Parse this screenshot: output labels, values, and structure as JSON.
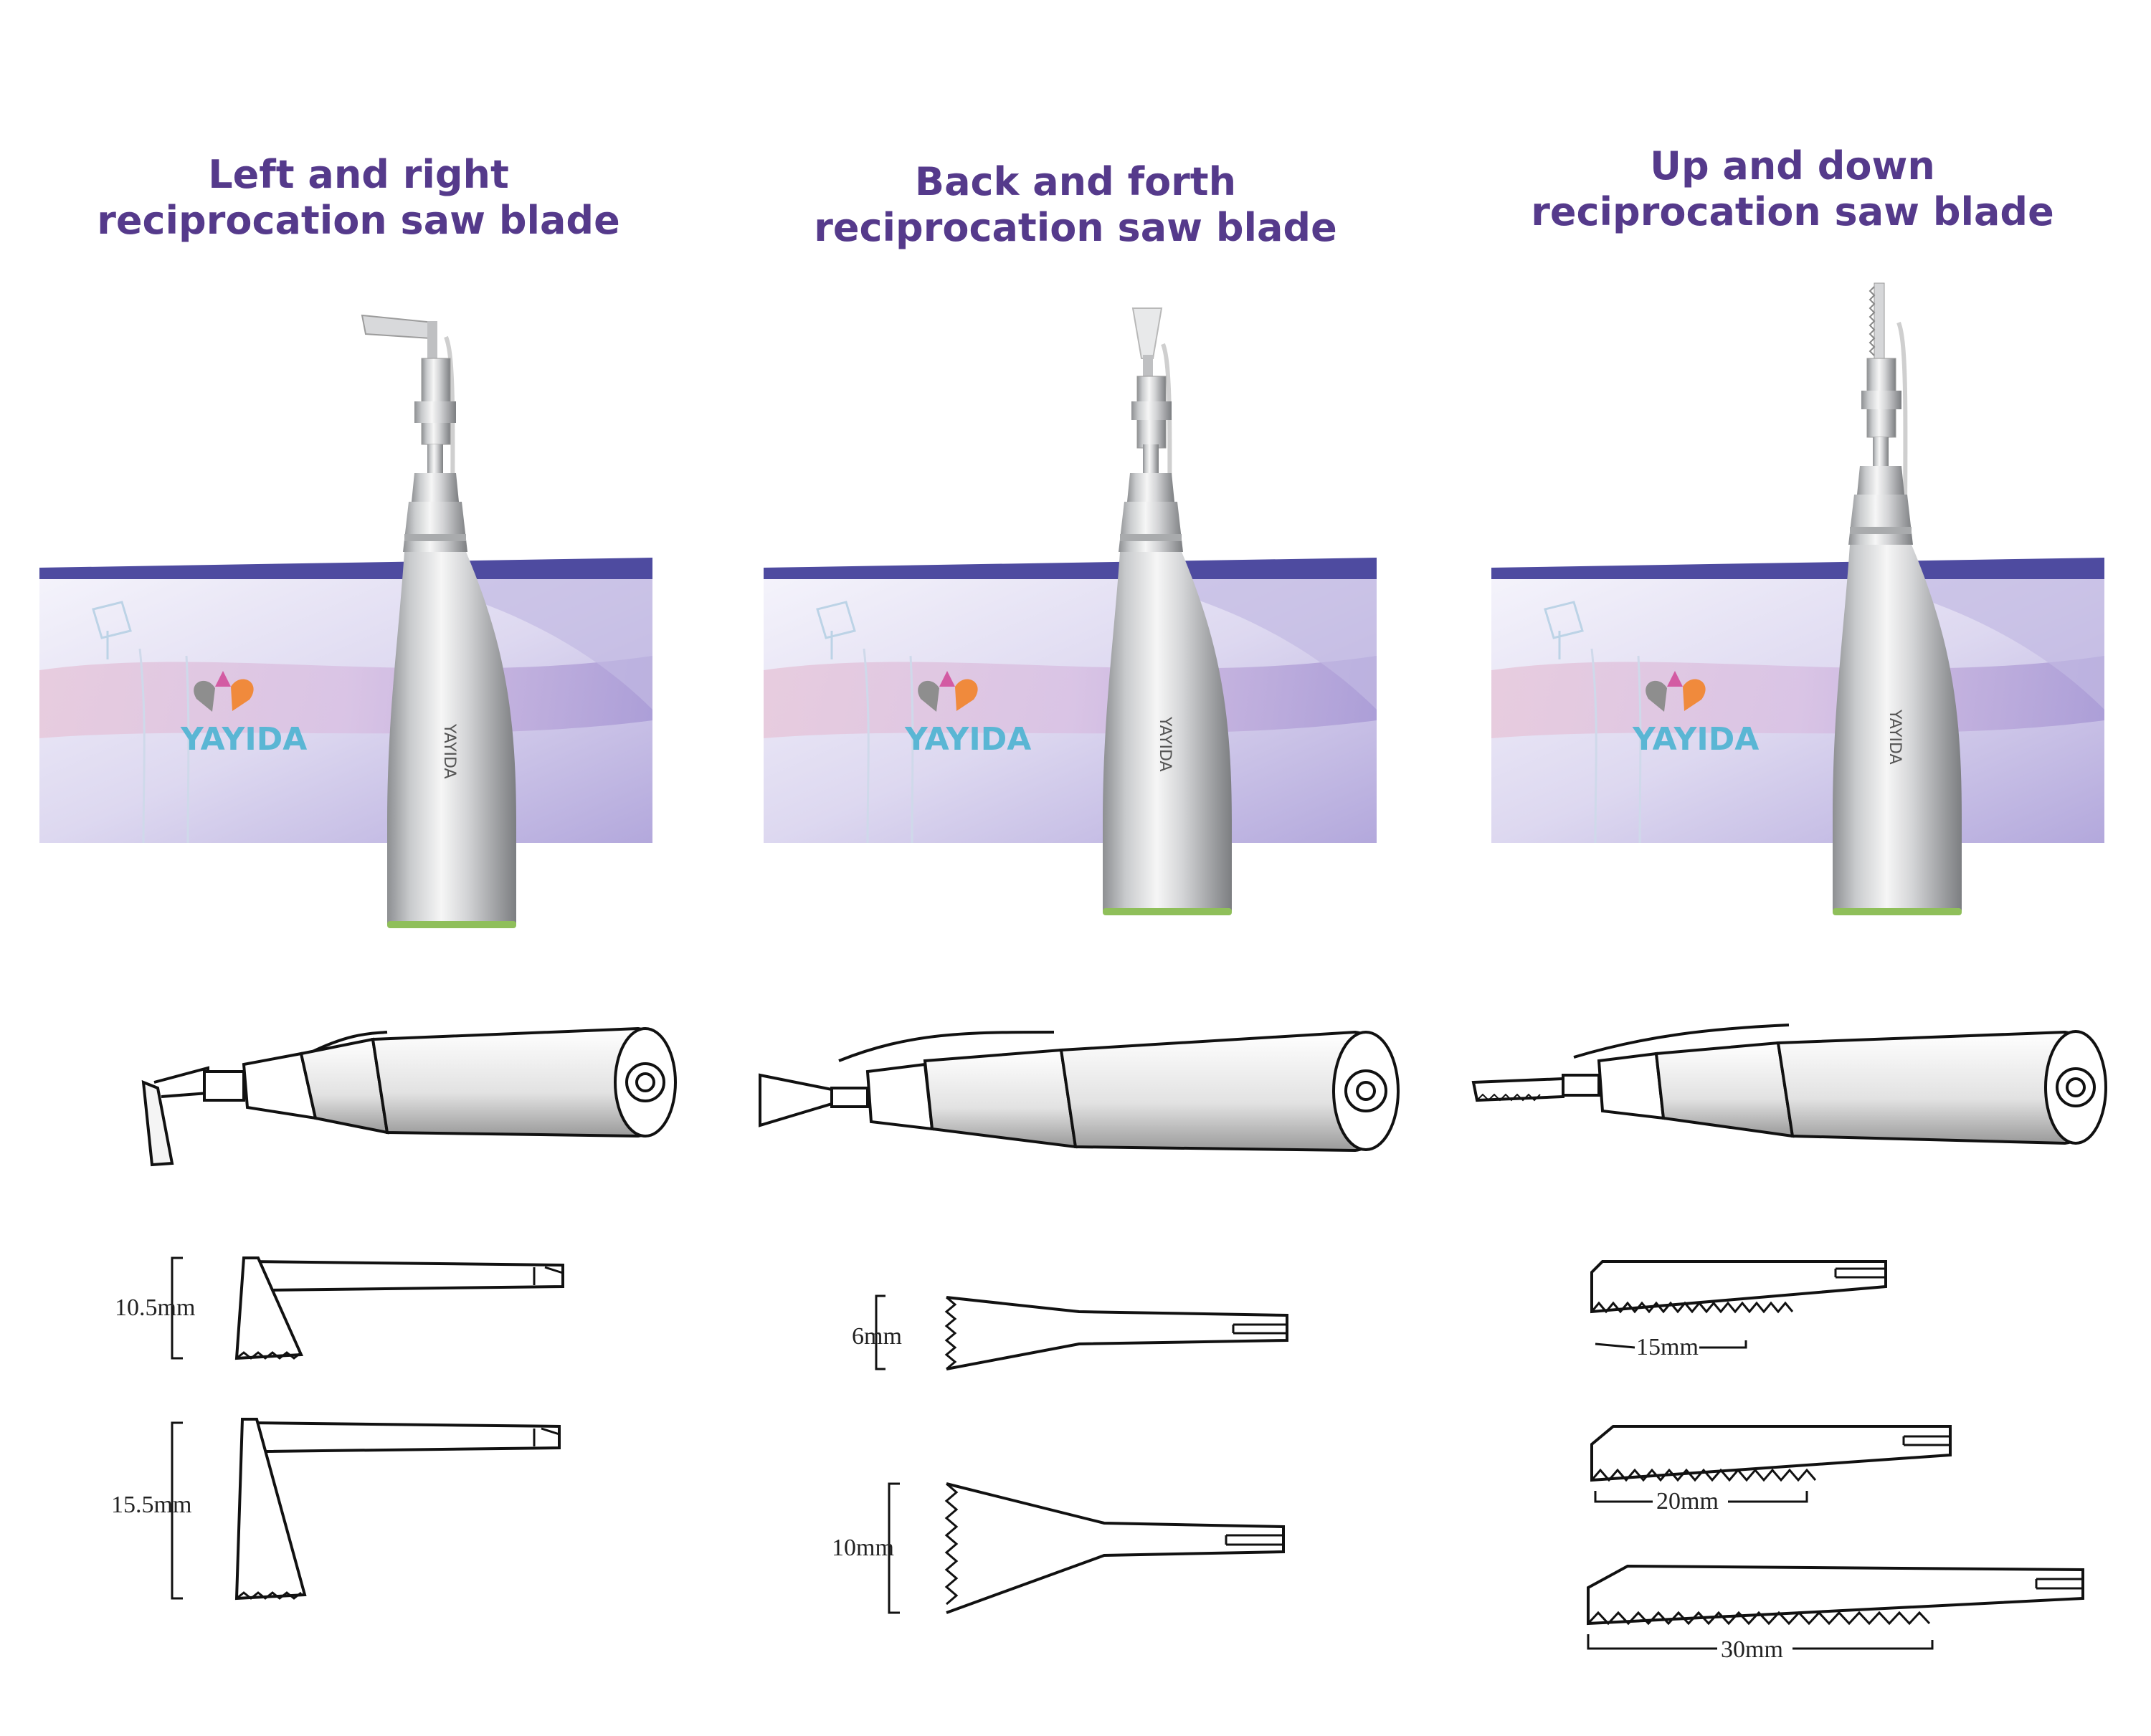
{
  "columns": [
    {
      "title_line1": "Left and right",
      "title_line2": "reciprocation saw blade",
      "box_logo": "YAYIDA",
      "handpiece_brand": "YAYIDA",
      "dims": [
        "10.5mm",
        "15.5mm"
      ]
    },
    {
      "title_line1": "Back and forth",
      "title_line2": "reciprocation saw blade",
      "box_logo": "YAYIDA",
      "handpiece_brand": "YAYIDA",
      "dims": [
        "6mm",
        "10mm"
      ]
    },
    {
      "title_line1": "Up and down",
      "title_line2": "reciprocation saw blade",
      "box_logo": "YAYIDA",
      "handpiece_brand": "YAYIDA",
      "dims": [
        "15mm",
        "20mm",
        "30mm"
      ]
    }
  ],
  "colors": {
    "title": "#553a8b",
    "box_top": "#4e4ba0",
    "box_face": "#e9e7f6",
    "logo_text": "#5ab6d4",
    "logo_orange": "#f08a3c"
  }
}
